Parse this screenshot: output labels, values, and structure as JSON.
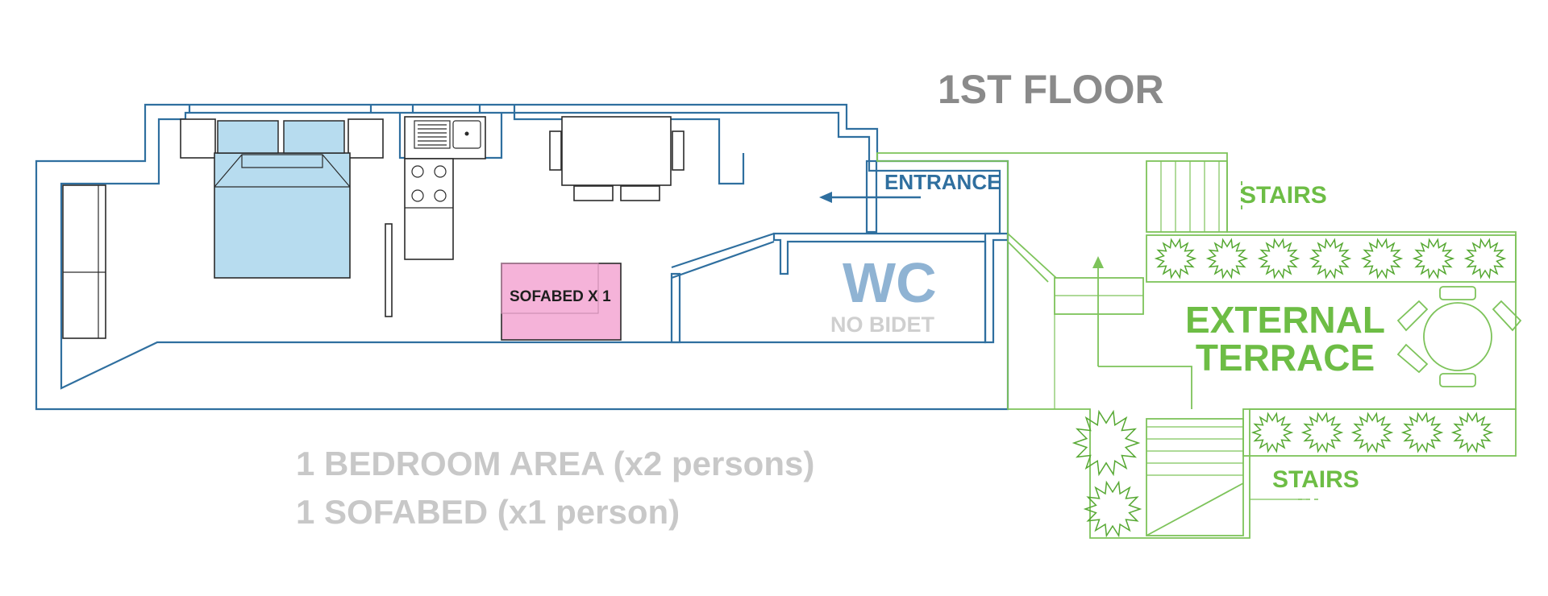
{
  "floor_title": "1ST FLOOR",
  "labels": {
    "entrance": "ENTRANCE",
    "wc": "WC",
    "no_bidet": "NO BIDET",
    "sofabed": "SOFABED X 1",
    "stairs_top": "STAIRS",
    "stairs_bottom": "STAIRS",
    "terrace_line1": "EXTERNAL",
    "terrace_line2": "TERRACE"
  },
  "summary": {
    "line1": "1 BEDROOM AREA (x2 persons)",
    "line2": "1 SOFABED  (x1 person)"
  },
  "colors": {
    "wall": "#2f6f9f",
    "entrance_text": "#2f6f9f",
    "wc_text": "#8fb3d3",
    "terrace": "#7dc35a",
    "terrace_text": "#6dbd45",
    "title_gray": "#8a8a8a",
    "summary_gray": "#c8c8c8",
    "bed_fill": "#b7dcef",
    "sofabed_fill": "#f5b3d9"
  }
}
